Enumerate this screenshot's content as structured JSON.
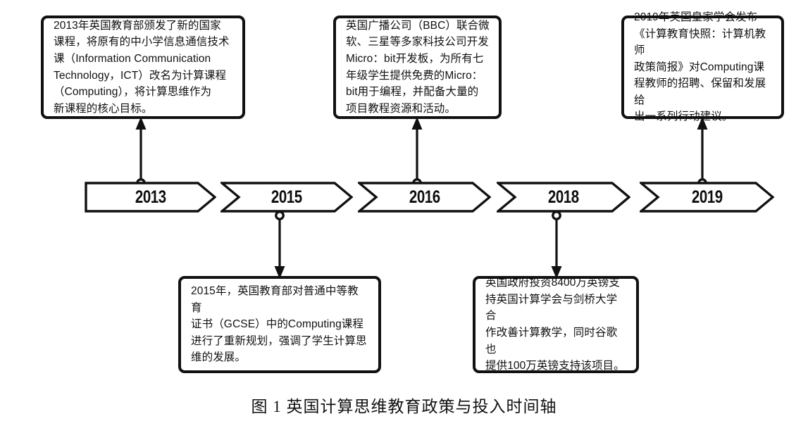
{
  "figure": {
    "caption": "图 1   英国计算思维教育政策与投入时间轴",
    "colors": {
      "stroke": "#111111",
      "fill": "#ffffff",
      "background": "#ffffff",
      "text": "#111111"
    }
  },
  "timeline": {
    "milestones": [
      {
        "year": "2013",
        "note_position": "above",
        "note": "2013年英国教育部颁发了新的国家\n课程，将原有的中小学信息通信技术\n课（Information Communication\nTechnology，ICT）改名为计算课程\n（Computing），将计算思维作为\n新课程的核心目标。"
      },
      {
        "year": "2015",
        "note_position": "below",
        "note": "2015年，英国教育部对普通中等教育\n证书（GCSE）中的Computing课程\n进行了重新规划，强调了学生计算思\n维的发展。"
      },
      {
        "year": "2016",
        "note_position": "above",
        "note": "英国广播公司（BBC）联合微\n软、三星等多家科技公司开发\nMicro：bit开发板，为所有七\n年级学生提供免费的Micro：\nbit用于编程，并配备大量的\n项目教程资源和活动。"
      },
      {
        "year": "2018",
        "note_position": "below",
        "note": "英国政府投资8400万英镑支\n持英国计算学会与剑桥大学合\n作改善计算教学，同时谷歌也\n提供100万英镑支持该项目。"
      },
      {
        "year": "2019",
        "note_position": "above",
        "note": "2019年英国皇家学会发布\n《计算教育快照：计算机教师\n政策简报》对Computing课\n程教师的招聘、保留和发展给\n出一系列行动建议。"
      }
    ]
  }
}
